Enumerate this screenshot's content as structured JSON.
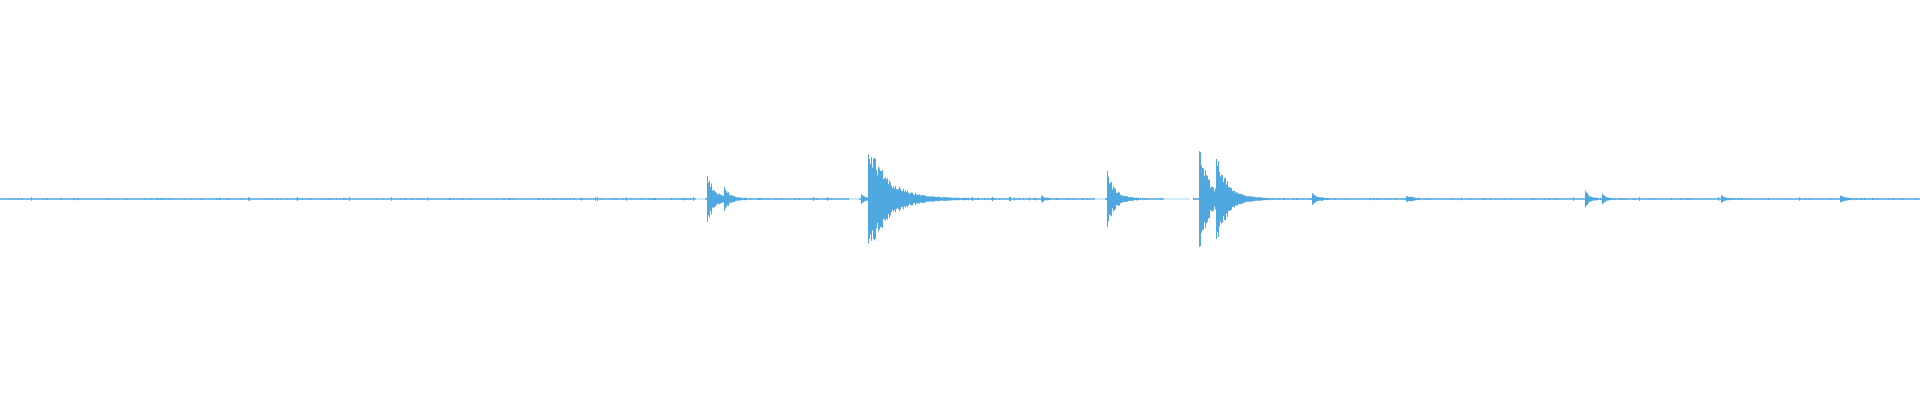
{
  "waveform": {
    "color": "#4fa8e0",
    "background": "#ffffff",
    "baseline_amplitude": 0.004,
    "transients": [
      {
        "t": 0.368,
        "amp": 0.13,
        "decay": 0.004
      },
      {
        "t": 0.377,
        "amp": 0.05,
        "decay": 0.003
      },
      {
        "t": 0.448,
        "amp": 0.03,
        "decay": 0.002
      },
      {
        "t": 0.452,
        "amp": 0.3,
        "decay": 0.01
      },
      {
        "t": 0.542,
        "amp": 0.02,
        "decay": 0.002
      },
      {
        "t": 0.5765,
        "amp": 0.14,
        "decay": 0.004
      },
      {
        "t": 0.624,
        "amp": 0.3,
        "decay": 0.005
      },
      {
        "t": 0.633,
        "amp": 0.2,
        "decay": 0.006
      },
      {
        "t": 0.683,
        "amp": 0.03,
        "decay": 0.003
      },
      {
        "t": 0.732,
        "amp": 0.02,
        "decay": 0.003
      },
      {
        "t": 0.8255,
        "amp": 0.05,
        "decay": 0.002
      },
      {
        "t": 0.834,
        "amp": 0.03,
        "decay": 0.002
      },
      {
        "t": 0.896,
        "amp": 0.02,
        "decay": 0.002
      },
      {
        "t": 0.958,
        "amp": 0.02,
        "decay": 0.003
      }
    ],
    "gaps": [
      [
        0.362,
        0.367
      ],
      [
        0.442,
        0.447
      ],
      [
        0.57,
        0.575
      ],
      [
        0.606,
        0.621
      ]
    ]
  }
}
